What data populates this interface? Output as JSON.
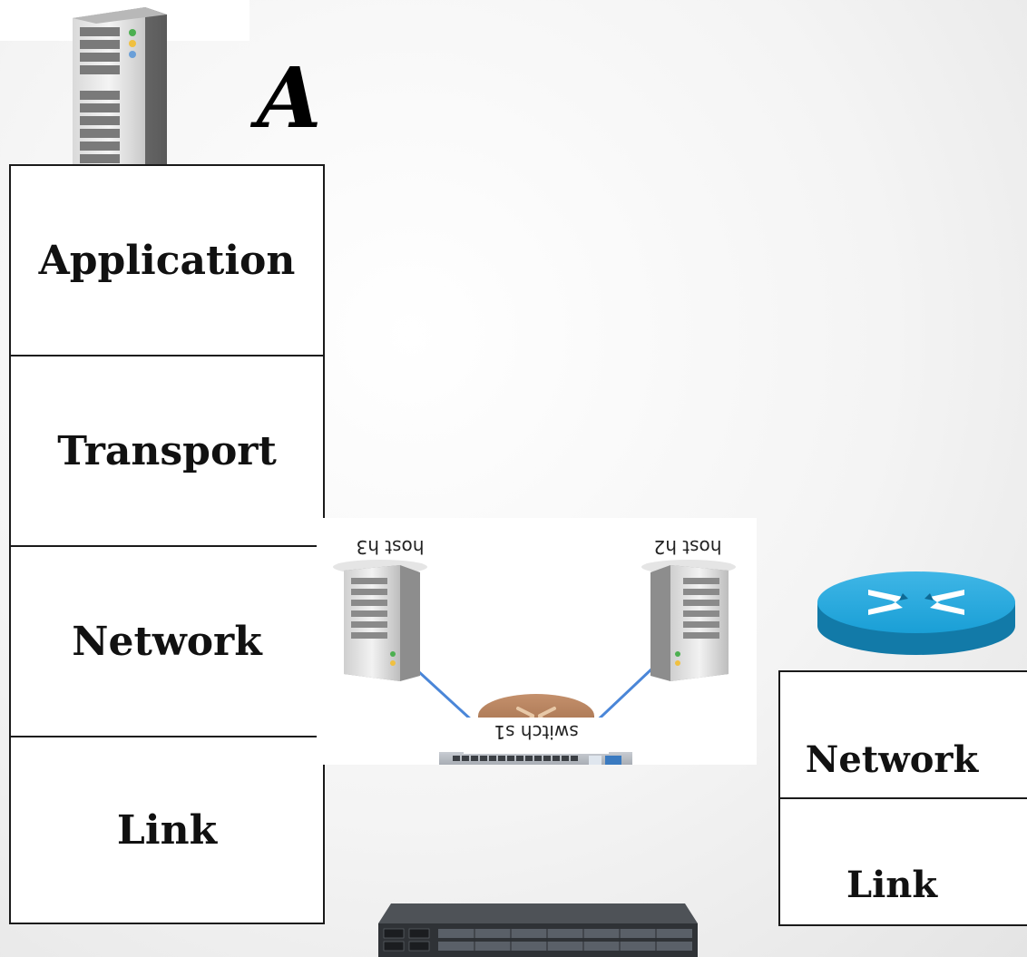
{
  "host_label": "A",
  "host_stack": {
    "layers": [
      "Application",
      "Transport",
      "Network",
      "Link"
    ]
  },
  "router_stack": {
    "layers": [
      "Network",
      "Link"
    ]
  },
  "topology": {
    "host_left": "host h3",
    "host_right": "host h2",
    "switch": "switch s1"
  },
  "icons": [
    "server-icon",
    "router-icon",
    "switch-icon",
    "rack-switch-icon"
  ],
  "colors": {
    "router_blue": "#1a9fd6",
    "router_brown": "#8a5a3c",
    "link_line": "#4a86d8"
  }
}
